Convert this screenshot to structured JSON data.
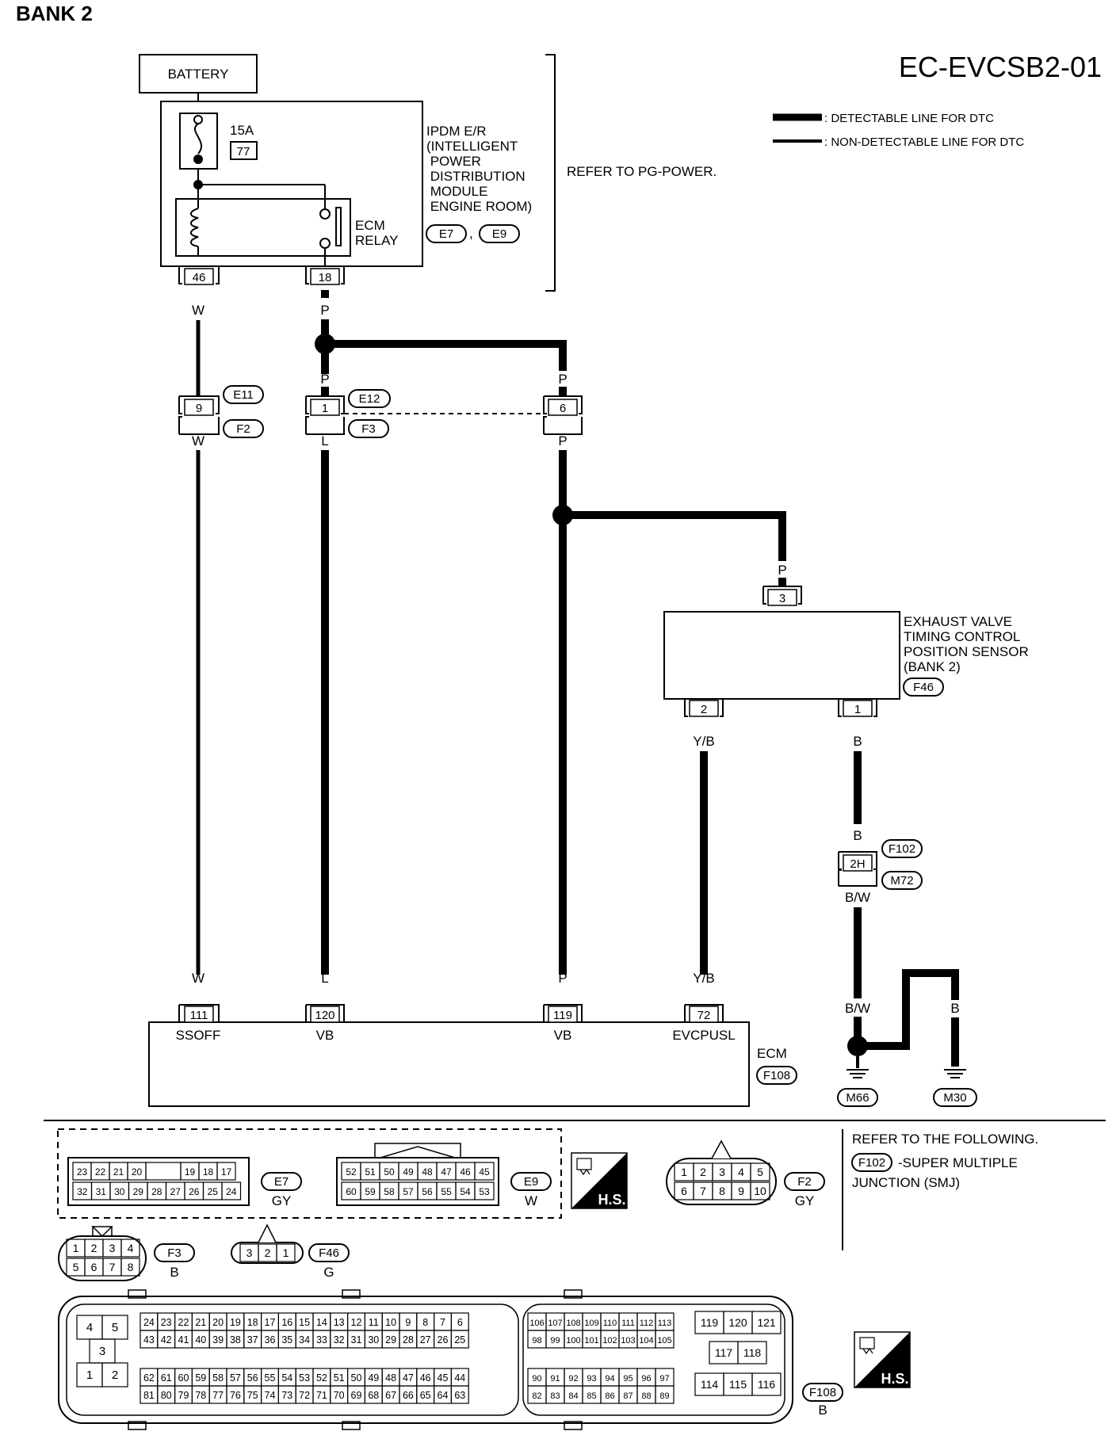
{
  "header": {
    "bank_title": "BANK 2",
    "diagram_code": "EC-EVCSB2-01"
  },
  "legend": {
    "detectable": ": DETECTABLE LINE FOR DTC",
    "non_detectable": ": NON-DETECTABLE LINE FOR DTC"
  },
  "power": {
    "battery": "BATTERY",
    "fuse_rating": "15A",
    "fuse_number": "77",
    "ipdm_lines": [
      "IPDM E/R",
      "(INTELLIGENT",
      " POWER",
      " DISTRIBUTION",
      " MODULE",
      " ENGINE ROOM)"
    ],
    "ipdm_connectors": [
      "E7",
      "E9"
    ],
    "ipdm_separator": ",",
    "relay_lines": [
      "ECM",
      "RELAY"
    ],
    "refer_pg": "REFER TO PG-POWER.",
    "terminals": [
      "46",
      "18"
    ]
  },
  "wires": {
    "w": "W",
    "p": "P",
    "l": "L",
    "yb": "Y/B",
    "b": "B",
    "bw": "B/W"
  },
  "junctions": {
    "e11": "E11",
    "f2": "F2",
    "e12": "E12",
    "f3": "F3",
    "pin9": "9",
    "pin1": "1",
    "pin6": "6",
    "f102": "F102",
    "m72": "M72",
    "pin2h": "2H"
  },
  "sensor": {
    "lines": [
      "EXHAUST VALVE",
      "TIMING CONTROL",
      "POSITION SENSOR",
      "(BANK 2)"
    ],
    "connector": "F46",
    "pins": [
      "3",
      "2",
      "1"
    ]
  },
  "ecm": {
    "label": "ECM",
    "connector": "F108",
    "pins": [
      "111",
      "120",
      "119",
      "72"
    ],
    "signals": [
      "SSOFF",
      "VB",
      "VB",
      "EVCPUSL"
    ]
  },
  "grounds": [
    "M66",
    "M30"
  ],
  "connector_views": {
    "e7": {
      "id": "E7",
      "color": "GY",
      "row1": [
        "23",
        "22",
        "21",
        "20",
        "",
        "19",
        "18",
        "17"
      ],
      "row2": [
        "32",
        "31",
        "30",
        "29",
        "28",
        "27",
        "26",
        "25",
        "24"
      ]
    },
    "e9": {
      "id": "E9",
      "color": "W",
      "row1": [
        "52",
        "51",
        "50",
        "49",
        "48",
        "47",
        "46",
        "45"
      ],
      "row2": [
        "60",
        "59",
        "58",
        "57",
        "56",
        "55",
        "54",
        "53"
      ]
    },
    "hs": "H.S.",
    "f2": {
      "id": "F2",
      "color": "GY",
      "row1": [
        "1",
        "2",
        "3",
        "4",
        "5"
      ],
      "row2": [
        "6",
        "7",
        "8",
        "9",
        "10"
      ]
    },
    "f3": {
      "id": "F3",
      "color": "B",
      "row1": [
        "1",
        "2",
        "3",
        "4"
      ],
      "row2": [
        "5",
        "6",
        "7",
        "8"
      ]
    },
    "f46": {
      "id": "F46",
      "color": "G",
      "row1": [
        "3",
        "2",
        "1"
      ]
    },
    "f108": {
      "id": "F108",
      "color": "B",
      "left_block": [
        "4",
        "5",
        "3",
        "1",
        "2"
      ],
      "a1": [
        "24",
        "23",
        "22",
        "21",
        "20",
        "19",
        "18",
        "17",
        "16",
        "15",
        "14",
        "13",
        "12",
        "11",
        "10",
        "9",
        "8",
        "7",
        "6"
      ],
      "a2": [
        "43",
        "42",
        "41",
        "40",
        "39",
        "38",
        "37",
        "36",
        "35",
        "34",
        "33",
        "32",
        "31",
        "30",
        "29",
        "28",
        "27",
        "26",
        "25"
      ],
      "a3": [
        "62",
        "61",
        "60",
        "59",
        "58",
        "57",
        "56",
        "55",
        "54",
        "53",
        "52",
        "51",
        "50",
        "49",
        "48",
        "47",
        "46",
        "45",
        "44"
      ],
      "a4": [
        "81",
        "80",
        "79",
        "78",
        "77",
        "76",
        "75",
        "74",
        "73",
        "72",
        "71",
        "70",
        "69",
        "68",
        "67",
        "66",
        "65",
        "64",
        "63"
      ],
      "b1": [
        "106",
        "107",
        "108",
        "109",
        "110",
        "111",
        "112",
        "113"
      ],
      "b2": [
        "98",
        "99",
        "100",
        "101",
        "102",
        "103",
        "104",
        "105"
      ],
      "b3": [
        "90",
        "91",
        "92",
        "93",
        "94",
        "95",
        "96",
        "97"
      ],
      "b4": [
        "82",
        "83",
        "84",
        "85",
        "86",
        "87",
        "88",
        "89"
      ],
      "c1": [
        "119",
        "120",
        "121"
      ],
      "c2": [
        "117",
        "118"
      ],
      "c3": [
        "114",
        "115",
        "116"
      ]
    },
    "refer": {
      "title": "REFER TO THE FOLLOWING.",
      "connector": "F102",
      "text1": "-SUPER MULTIPLE",
      "text2": "JUNCTION (SMJ)"
    }
  }
}
